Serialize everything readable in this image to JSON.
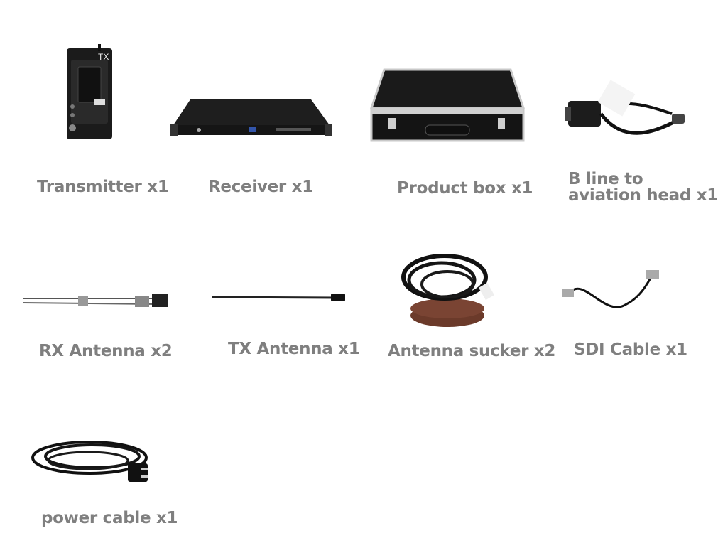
{
  "items": [
    {
      "name": "transmitter",
      "label": "Transmitter x1",
      "icon_text": "TX"
    },
    {
      "name": "receiver",
      "label": "Receiver x1"
    },
    {
      "name": "product-box",
      "label": "Product box x1"
    },
    {
      "name": "b-line",
      "label_line1": "B line to",
      "label_line2": "aviation head x1"
    },
    {
      "name": "rx-antenna",
      "label": "RX Antenna x2"
    },
    {
      "name": "tx-antenna",
      "label": "TX Antenna x1"
    },
    {
      "name": "antenna-sucker",
      "label": "Antenna sucker x2"
    },
    {
      "name": "sdi-cable",
      "label": "SDI Cable x1"
    },
    {
      "name": "power-cable",
      "label": "power cable x1"
    }
  ],
  "colors": {
    "label": "#7f7f7f",
    "device": "#1a1a1a",
    "metal": "#bdbdbd",
    "brown": "#6b3a2a"
  }
}
